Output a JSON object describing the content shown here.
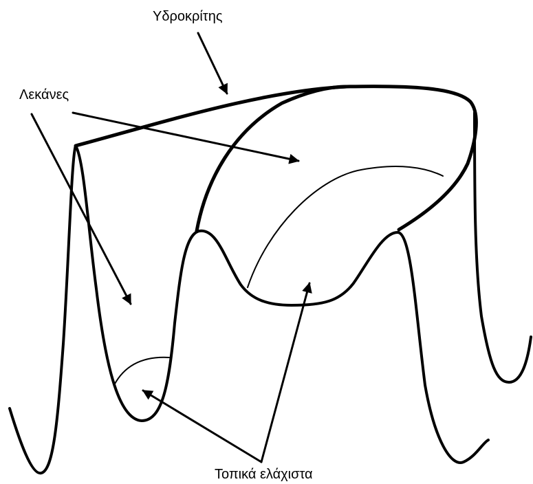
{
  "labels": {
    "watershed": "Υδροκρίτης",
    "basins": "Λεκάνες",
    "local_minima": "Τοπικά ελάχιστα"
  },
  "colors": {
    "ink": "#000000",
    "background": "#ffffff"
  }
}
